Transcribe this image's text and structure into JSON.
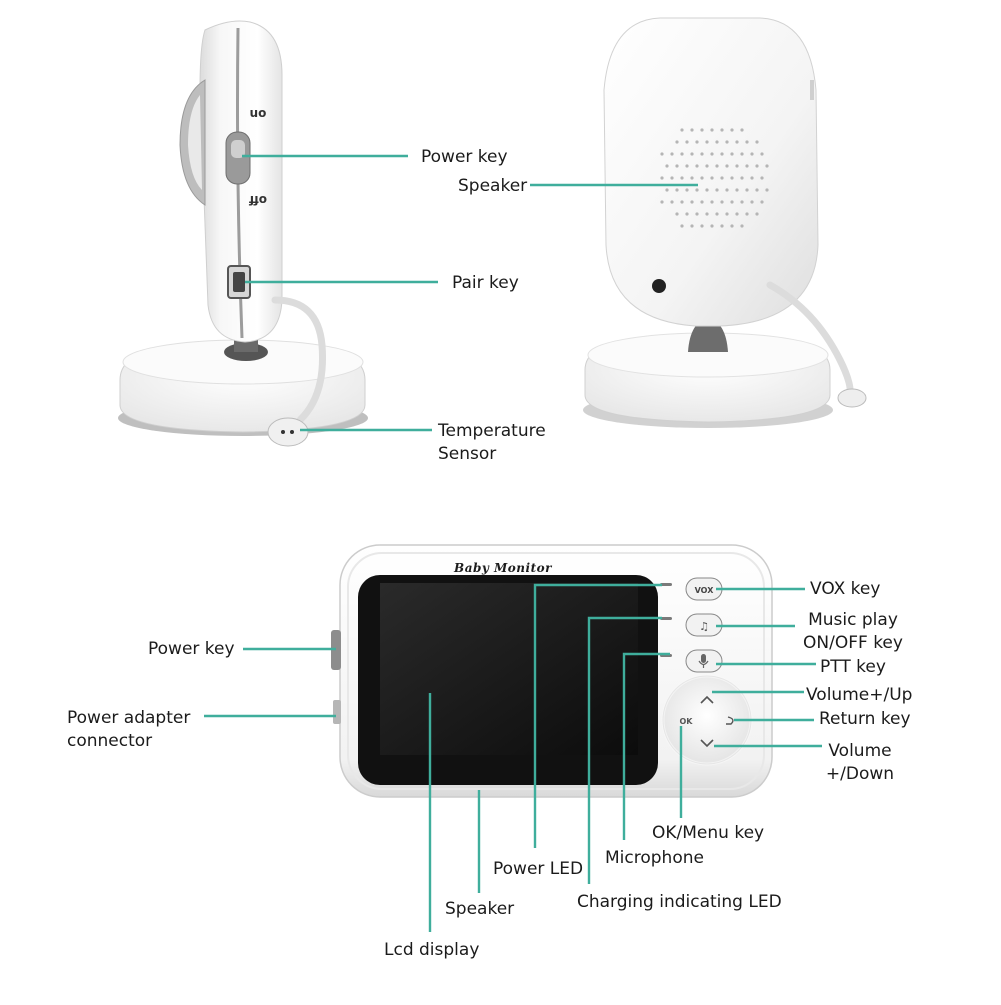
{
  "brand_text": "Baby Monitor",
  "button_text": {
    "vox": "VOX",
    "ok": "OK"
  },
  "switch_text": {
    "on": "on",
    "off": "off"
  },
  "accent_color": "#3fae9c",
  "labels": {
    "camera_power_key": "Power key",
    "camera_speaker": "Speaker",
    "camera_pair_key": "Pair key",
    "camera_temp_sensor": [
      "Temperature",
      "Sensor"
    ],
    "monitor_vox_key": "VOX key",
    "monitor_music_key": [
      "Music play",
      "ON/OFF key"
    ],
    "monitor_ptt_key": "PTT key",
    "monitor_volume_up": "Volume+/Up",
    "monitor_return_key": "Return key",
    "monitor_volume_down": [
      "Volume",
      "+/Down"
    ],
    "monitor_ok_menu_key": "OK/Menu key",
    "monitor_microphone": "Microphone",
    "monitor_charging_led": "Charging indicating LED",
    "monitor_power_led": "Power LED",
    "monitor_speaker": "Speaker",
    "monitor_lcd_display": "Lcd display",
    "monitor_power_key": "Power key",
    "monitor_power_adapter": [
      "Power adapter",
      "connector"
    ]
  }
}
